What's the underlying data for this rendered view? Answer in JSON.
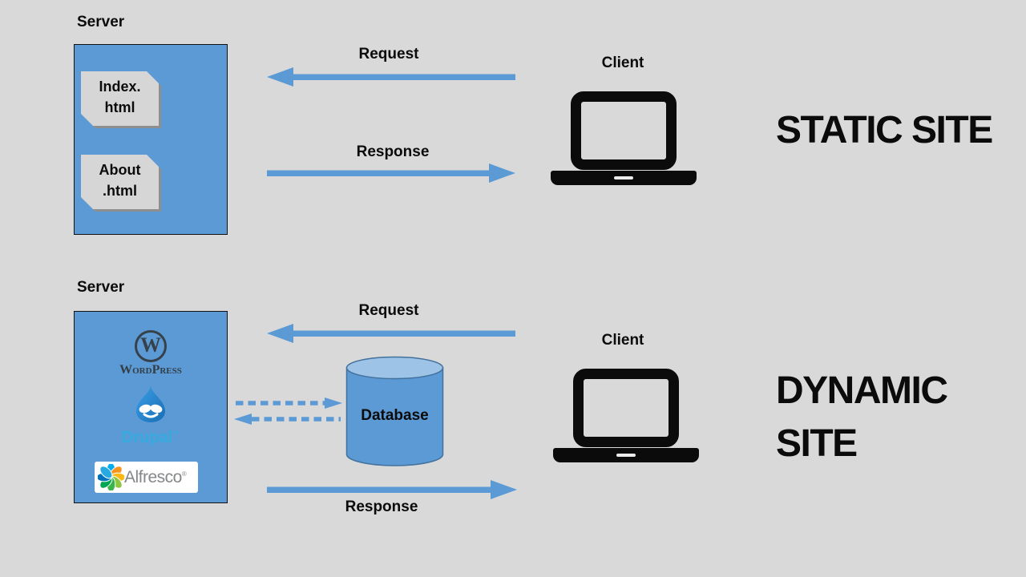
{
  "colors": {
    "background": "#d9d9d9",
    "box_blue": "#5b9ad5",
    "arrow_blue": "#5b9ad5",
    "database_top_blue": "#9dc3e6",
    "database_stroke": "#41719c",
    "file_gray": "#d6d6d6",
    "text_black": "#0b0b0b",
    "drupal_blue": "#35aadf",
    "wordpress_slate": "#36414a",
    "alfresco_gray": "#85878a"
  },
  "static": {
    "server_label": "Server",
    "file1_line1": "Index.",
    "file1_line2": "html",
    "file2_line1": "About",
    "file2_line2": ".html",
    "request_label": "Request",
    "response_label": "Response",
    "client_label": "Client",
    "title": "STATIC SITE"
  },
  "dynamic": {
    "server_label": "Server",
    "request_label": "Request",
    "response_label": "Response",
    "client_label": "Client",
    "database_label": "Database",
    "title_line1": "DYNAMIC",
    "title_line2": "SITE",
    "logos": {
      "wordpress": {
        "initial": "W",
        "wordmark": "WordPress"
      },
      "drupal": {
        "wordmark": "Drupal",
        "tm": "™"
      },
      "alfresco": {
        "wordmark": "Alfresco",
        "reg": "®"
      }
    }
  }
}
